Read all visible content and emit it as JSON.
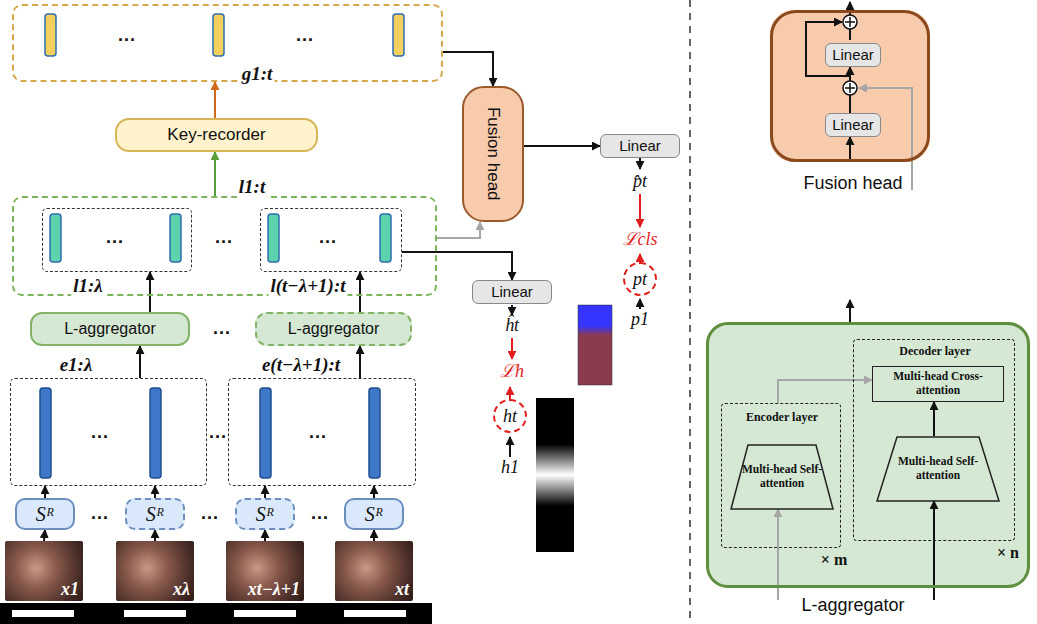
{
  "diagram": {
    "nodes": [
      {
        "text": [
          "g1:t"
        ]
      },
      {
        "text": [
          "Key-recorder"
        ]
      },
      {
        "text": [
          "l1:t"
        ]
      },
      {
        "text": [
          "l1:λ"
        ],
        "in": 2
      },
      {
        "text": [
          "l(t−λ+1):t"
        ],
        "in": 2
      },
      {
        "text": [
          "L-aggregator"
        ]
      },
      {
        "text": [
          "L-aggregator"
        ]
      },
      {
        "text": [
          "e1:λ"
        ]
      },
      {
        "text": [
          "e(t−λ+1):t"
        ]
      },
      {
        "text": [
          "Sᴿ"
        ]
      },
      {
        "text": [
          "Sᴿ"
        ]
      },
      {
        "text": [
          "Sᴿ"
        ]
      },
      {
        "text": [
          "Sᴿ"
        ]
      },
      {
        "text": [
          "x1"
        ]
      },
      {
        "text": [
          "xλ"
        ]
      },
      {
        "text": [
          "xt−λ+1"
        ]
      },
      {
        "text": [
          "xt"
        ]
      },
      {
        "text": [
          "Fusion head"
        ]
      },
      {
        "text": [
          "Linear"
        ]
      },
      {
        "text": [
          "Linear"
        ]
      },
      {
        "text": [
          "pt"
        ]
      },
      {
        "text": [
          "ht"
        ]
      },
      {
        "text": [
          "Fusion head"
        ]
      },
      {
        "text": [
          "Linear"
        ],
        "in": 22
      },
      {
        "text": [
          "Linear"
        ],
        "in": 22
      },
      {
        "text": [
          "L-aggregator"
        ]
      },
      {
        "text": [
          "Encoder layer",
          "× m"
        ],
        "in": 25
      },
      {
        "text": [
          "Multi-head Self-attention"
        ],
        "in": 26
      },
      {
        "text": [
          "Decoder layer",
          "× n"
        ],
        "in": 25
      },
      {
        "text": [
          "Multi-head Cross-attention"
        ],
        "in": 28
      },
      {
        "text": [
          "Multi-head Self-attention"
        ],
        "in": 28
      }
    ],
    "edges": [
      {
        "from": 13,
        "to": 9,
        "arrow": "to"
      },
      {
        "from": 14,
        "to": 10,
        "arrow": "to"
      },
      {
        "from": 15,
        "to": 11,
        "arrow": "to"
      },
      {
        "from": 16,
        "to": 12,
        "arrow": "to"
      },
      {
        "from": 9,
        "to": 7,
        "arrow": "to"
      },
      {
        "from": 10,
        "to": 7,
        "arrow": "to"
      },
      {
        "from": 11,
        "to": 8,
        "arrow": "to"
      },
      {
        "from": 12,
        "to": 8,
        "arrow": "to"
      },
      {
        "from": 7,
        "to": 5,
        "arrow": "to"
      },
      {
        "from": 8,
        "to": 6,
        "arrow": "to"
      },
      {
        "from": 5,
        "to": 3,
        "arrow": "to"
      },
      {
        "from": 6,
        "to": 4,
        "arrow": "to"
      },
      {
        "from": 2,
        "to": 1,
        "arrow": "to"
      },
      {
        "from": 1,
        "to": 0,
        "arrow": "to"
      },
      {
        "from": 0,
        "to": 17,
        "arrow": "to"
      },
      {
        "from": 2,
        "to": 17,
        "arrow": "to"
      },
      {
        "from": 4,
        "to": 19,
        "arrow": "to"
      },
      {
        "from": 17,
        "to": 18,
        "arrow": "to"
      },
      {
        "from": 24,
        "to": 23,
        "arrow": "to"
      },
      {
        "from": 26,
        "to": 29,
        "arrow": "to"
      },
      {
        "from": 30,
        "to": 29,
        "arrow": "to"
      }
    ],
    "labels": [
      "...",
      "...",
      "...",
      "...",
      "...",
      "...",
      "...",
      "...",
      "...",
      "...",
      "...",
      "...",
      "p̂t",
      "ℒcls",
      "p1",
      "ĥt",
      "ℒh",
      "h1"
    ]
  }
}
